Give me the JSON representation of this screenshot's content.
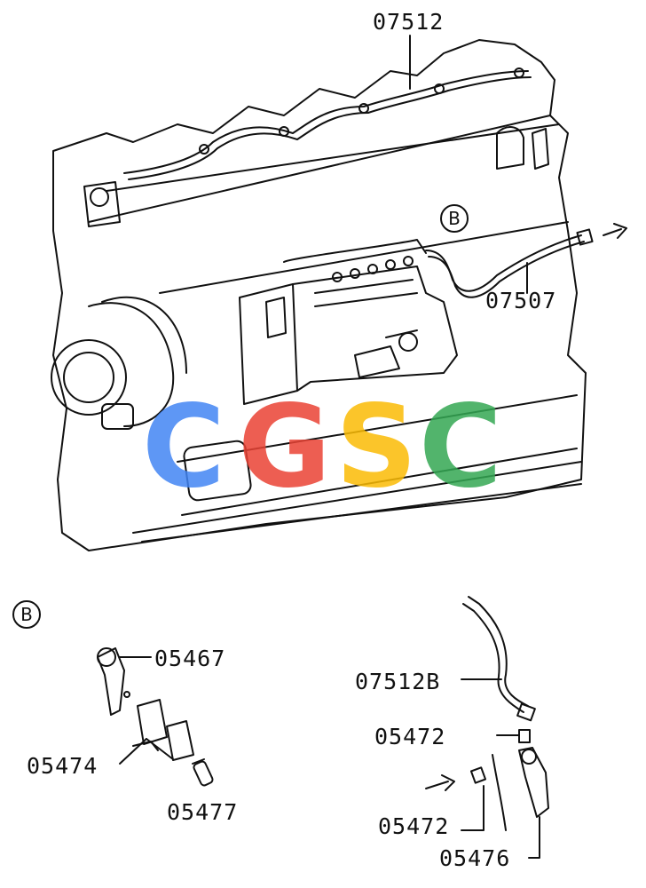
{
  "callouts": {
    "fuel_pipe_top": "07512",
    "section_marker_main": "B",
    "pipe_right": "07507",
    "section_marker_detail": "B",
    "clamp_bracket": "05467",
    "clamp_pair": "05474",
    "bolt": "05477",
    "pipe_detail": "07512B",
    "fitting_upper": "05472",
    "fitting_lower": "05472",
    "bracket_detail": "05476"
  },
  "watermark": {
    "letters": [
      "C",
      "G",
      "S",
      "C"
    ],
    "colors": [
      "#4285f4",
      "#ea4335",
      "#fbbc05",
      "#34a853"
    ]
  },
  "colors": {
    "line": "#111111",
    "background": "#ffffff"
  }
}
